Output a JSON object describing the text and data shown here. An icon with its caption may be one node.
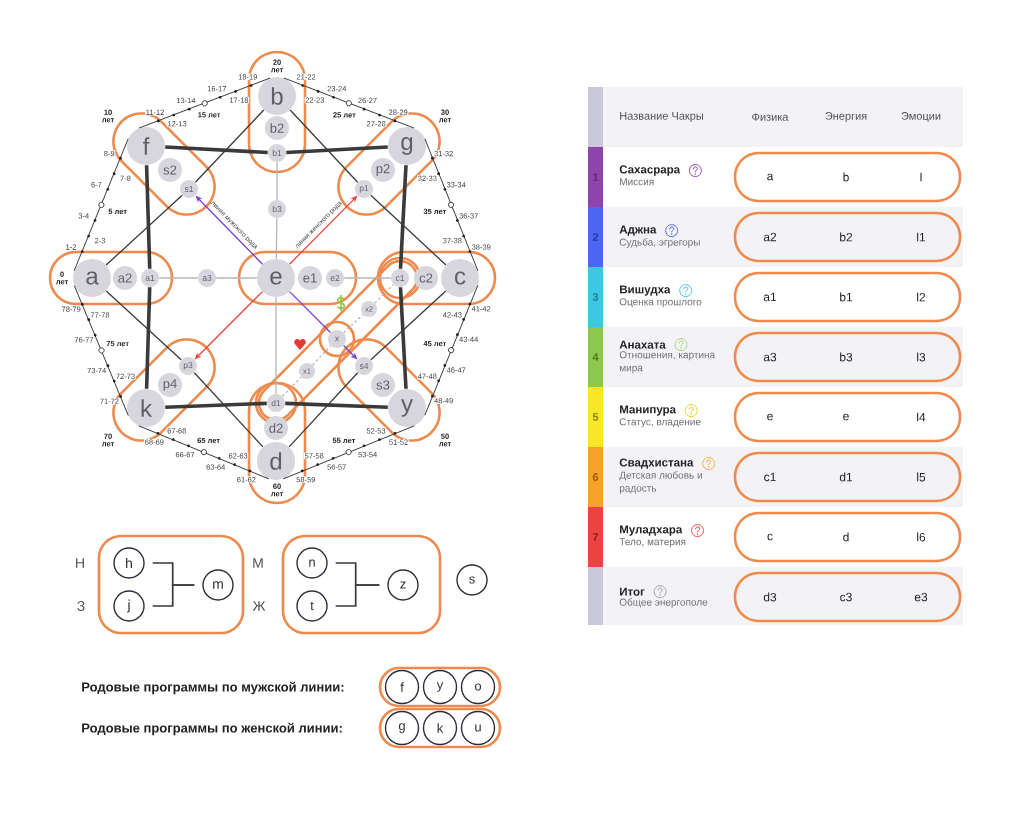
{
  "diagram": {
    "nodes": [
      {
        "text": [],
        "shape": "box"
      },
      {
        "text": [
          "b"
        ],
        "in": 0
      },
      {
        "text": [
          "b2"
        ],
        "in": 0
      },
      {
        "text": [
          "b1"
        ],
        "in": 0
      },
      {
        "text": [],
        "shape": "box"
      },
      {
        "text": [
          "f"
        ],
        "in": 4
      },
      {
        "text": [
          "s2"
        ],
        "in": 4
      },
      {
        "text": [
          "s1"
        ],
        "in": 4
      },
      {
        "text": [],
        "shape": "box"
      },
      {
        "text": [
          "g"
        ],
        "in": 8
      },
      {
        "text": [
          "p2"
        ],
        "in": 8
      },
      {
        "text": [
          "p1"
        ],
        "in": 8
      },
      {
        "text": [
          "b3"
        ]
      },
      {
        "text": [],
        "shape": "box"
      },
      {
        "text": [
          "a"
        ],
        "in": 13
      },
      {
        "text": [
          "a2"
        ],
        "in": 13
      },
      {
        "text": [
          "a1"
        ],
        "in": 13
      },
      {
        "text": [
          "a3"
        ]
      },
      {
        "text": [],
        "shape": "box"
      },
      {
        "text": [
          "e"
        ],
        "in": 18
      },
      {
        "text": [
          "e1"
        ],
        "in": 18
      },
      {
        "text": [
          "e2"
        ],
        "in": 18
      },
      {
        "text": [],
        "shape": "box"
      },
      {
        "text": [
          "c1"
        ],
        "in": 22
      },
      {
        "text": [
          "c2"
        ],
        "in": 22
      },
      {
        "text": [
          "c"
        ],
        "in": 22
      },
      {
        "text": [
          "x2"
        ]
      },
      {
        "text": [
          "x"
        ]
      },
      {
        "text": [
          "x1"
        ]
      },
      {
        "text": [],
        "shape": "box"
      },
      {
        "text": [
          "p3"
        ],
        "in": 29
      },
      {
        "text": [
          "p4"
        ],
        "in": 29
      },
      {
        "text": [
          "k"
        ],
        "in": 29
      },
      {
        "text": [],
        "shape": "box"
      },
      {
        "text": [
          "s4"
        ],
        "in": 33
      },
      {
        "text": [
          "s3"
        ],
        "in": 33
      },
      {
        "text": [
          "y"
        ],
        "in": 33
      },
      {
        "text": [],
        "shape": "box"
      },
      {
        "text": [
          "d1"
        ],
        "in": 37
      },
      {
        "text": [
          "d2"
        ],
        "in": 37
      },
      {
        "text": [
          "d"
        ],
        "in": 37
      },
      {
        "text": [],
        "shape": "box"
      },
      {
        "text": [
          "h"
        ],
        "in": 41
      },
      {
        "text": [
          "j"
        ],
        "in": 41
      },
      {
        "text": [
          "m"
        ],
        "in": 41
      },
      {
        "text": [],
        "shape": "box"
      },
      {
        "text": [
          "n"
        ],
        "in": 45
      },
      {
        "text": [
          "t"
        ],
        "in": 45
      },
      {
        "text": [
          "z"
        ],
        "in": 45
      },
      {
        "text": [
          "s"
        ]
      },
      {
        "text": [],
        "shape": "box",
        "beside": [
          "Родовые программы по мужской линии:"
        ]
      },
      {
        "text": [
          "f"
        ],
        "in": 50
      },
      {
        "text": [
          "y"
        ],
        "in": 50
      },
      {
        "text": [
          "o"
        ],
        "in": 50
      },
      {
        "text": [],
        "shape": "box",
        "beside": [
          "Родовые программы по женской линии:"
        ]
      },
      {
        "text": [
          "g"
        ],
        "in": 54
      },
      {
        "text": [
          "k"
        ],
        "in": 54
      },
      {
        "text": [
          "u"
        ],
        "in": 54
      }
    ],
    "edges": [
      {
        "from": 14,
        "to": 5,
        "arrow": "none"
      },
      {
        "from": 5,
        "to": 1,
        "arrow": "none"
      },
      {
        "from": 1,
        "to": 9,
        "arrow": "none"
      },
      {
        "from": 9,
        "to": 25,
        "arrow": "none"
      },
      {
        "from": 25,
        "to": 36,
        "arrow": "none"
      },
      {
        "from": 36,
        "to": 40,
        "arrow": "none"
      },
      {
        "from": 40,
        "to": 32,
        "arrow": "none"
      },
      {
        "from": 32,
        "to": 14,
        "arrow": "none"
      },
      {
        "from": 14,
        "to": 7,
        "arrow": "none"
      },
      {
        "from": 7,
        "to": 1,
        "arrow": "none"
      },
      {
        "from": 1,
        "to": 11,
        "arrow": "none"
      },
      {
        "from": 11,
        "to": 25,
        "arrow": "none"
      },
      {
        "from": 25,
        "to": 34,
        "arrow": "none"
      },
      {
        "from": 34,
        "to": 40,
        "arrow": "none"
      },
      {
        "from": 40,
        "to": 30,
        "arrow": "none"
      },
      {
        "from": 30,
        "to": 14,
        "arrow": "none"
      },
      {
        "from": 5,
        "to": 3,
        "arrow": "none",
        "style": "thick"
      },
      {
        "from": 3,
        "to": 9,
        "arrow": "none",
        "style": "thick"
      },
      {
        "from": 9,
        "to": 23,
        "arrow": "none",
        "style": "thick"
      },
      {
        "from": 23,
        "to": 36,
        "arrow": "none",
        "style": "thick"
      },
      {
        "from": 36,
        "to": 38,
        "arrow": "none",
        "style": "thick"
      },
      {
        "from": 38,
        "to": 32,
        "arrow": "none",
        "style": "thick"
      },
      {
        "from": 32,
        "to": 16,
        "arrow": "none",
        "style": "thick"
      },
      {
        "from": 16,
        "to": 5,
        "arrow": "none",
        "style": "thick"
      },
      {
        "from": 3,
        "to": 12,
        "arrow": "none",
        "color": "#b4b4b8"
      },
      {
        "from": 12,
        "to": 19,
        "arrow": "none",
        "color": "#b4b4b8"
      },
      {
        "from": 19,
        "to": 38,
        "arrow": "none",
        "color": "#b4b4b8"
      },
      {
        "from": 16,
        "to": 17,
        "arrow": "none",
        "color": "#b4b4b8"
      },
      {
        "from": 17,
        "to": 19,
        "arrow": "none",
        "color": "#b4b4b8"
      },
      {
        "from": 21,
        "to": 23,
        "arrow": "none",
        "color": "#b4b4b8"
      },
      {
        "from": 19,
        "to": 7,
        "arrow": "to",
        "label": "линия мужского рода",
        "color": "#7b3fc8"
      },
      {
        "from": 19,
        "to": 11,
        "arrow": "to",
        "label": "линия женского рода",
        "color": "#e8463c"
      },
      {
        "from": 19,
        "to": 30,
        "arrow": "to",
        "color": "#e8463c"
      },
      {
        "from": 19,
        "to": 27,
        "arrow": "none",
        "color": "#7b3fc8"
      },
      {
        "from": 27,
        "to": 34,
        "arrow": "to",
        "color": "#7b3fc8"
      },
      {
        "from": 38,
        "to": 28,
        "arrow": "none",
        "style": "dashed",
        "color": "#b4b4b8"
      },
      {
        "from": 28,
        "to": 27,
        "arrow": "none",
        "style": "dashed",
        "color": "#b4b4b8"
      },
      {
        "from": 27,
        "to": 26,
        "arrow": "none",
        "style": "dashed",
        "color": "#b4b4b8"
      },
      {
        "from": 26,
        "to": 23,
        "arrow": "none",
        "style": "dashed",
        "color": "#b4b4b8"
      },
      {
        "from": 42,
        "to": 44,
        "arrow": "none"
      },
      {
        "from": 43,
        "to": 44,
        "arrow": "none"
      },
      {
        "from": 46,
        "to": 48,
        "arrow": "none"
      },
      {
        "from": 47,
        "to": 48,
        "arrow": "none"
      }
    ],
    "labels": [
      "0 лет",
      "1-2",
      "2-3",
      "3-4",
      "5 лет",
      "6-7",
      "7-8",
      "8-9",
      "10 лет",
      "11-12",
      "12-13",
      "13-14",
      "15 лет",
      "16-17",
      "17-18",
      "18-19",
      "20 лет",
      "21-22",
      "22-23",
      "23-24",
      "25 лет",
      "26-27",
      "27-28",
      "28-29",
      "30 лет",
      "31-32",
      "32-33",
      "33-34",
      "35 лет",
      "36-37",
      "37-38",
      "38-39",
      "41-42",
      "42-43",
      "43-44",
      "45 лет",
      "46-47",
      "47-48",
      "48-49",
      "50 лет",
      "51-52",
      "52-53",
      "53-54",
      "55 лет",
      "56-57",
      "57-58",
      "58-59",
      "60 лет",
      "61-62",
      "62-63",
      "63-64",
      "65 лет",
      "66-67",
      "67-68",
      "68-69",
      "70 лет",
      "71-72",
      "72-73",
      "73-74",
      "75 лет",
      "76-77",
      "77-78",
      "78-79",
      "Название Чакры",
      "Физика",
      "Энергия",
      "Эмоции",
      "1",
      "Сахасрара",
      "Миссия",
      "a",
      "b",
      "l",
      "2",
      "Аджна",
      "Судьба, эгрегоры",
      "a2",
      "b2",
      "l1",
      "3",
      "Вишудха",
      "Оценка прошлого",
      "a1",
      "b1",
      "l2",
      "4",
      "Анахата",
      "Отношения, картина мира",
      "a3",
      "b3",
      "l3",
      "5",
      "Манипура",
      "Статус, владение",
      "e",
      "e",
      "l4",
      "6",
      "Свадхистана",
      "Детская любовь и радость",
      "c1",
      "d1",
      "l5",
      "7",
      "Муладхара",
      "Тело, материя",
      "c",
      "d",
      "l6",
      "Итог",
      "Общее энергополе",
      "d3",
      "c3",
      "e3",
      "Н",
      "М",
      "З",
      "Ж"
    ]
  }
}
